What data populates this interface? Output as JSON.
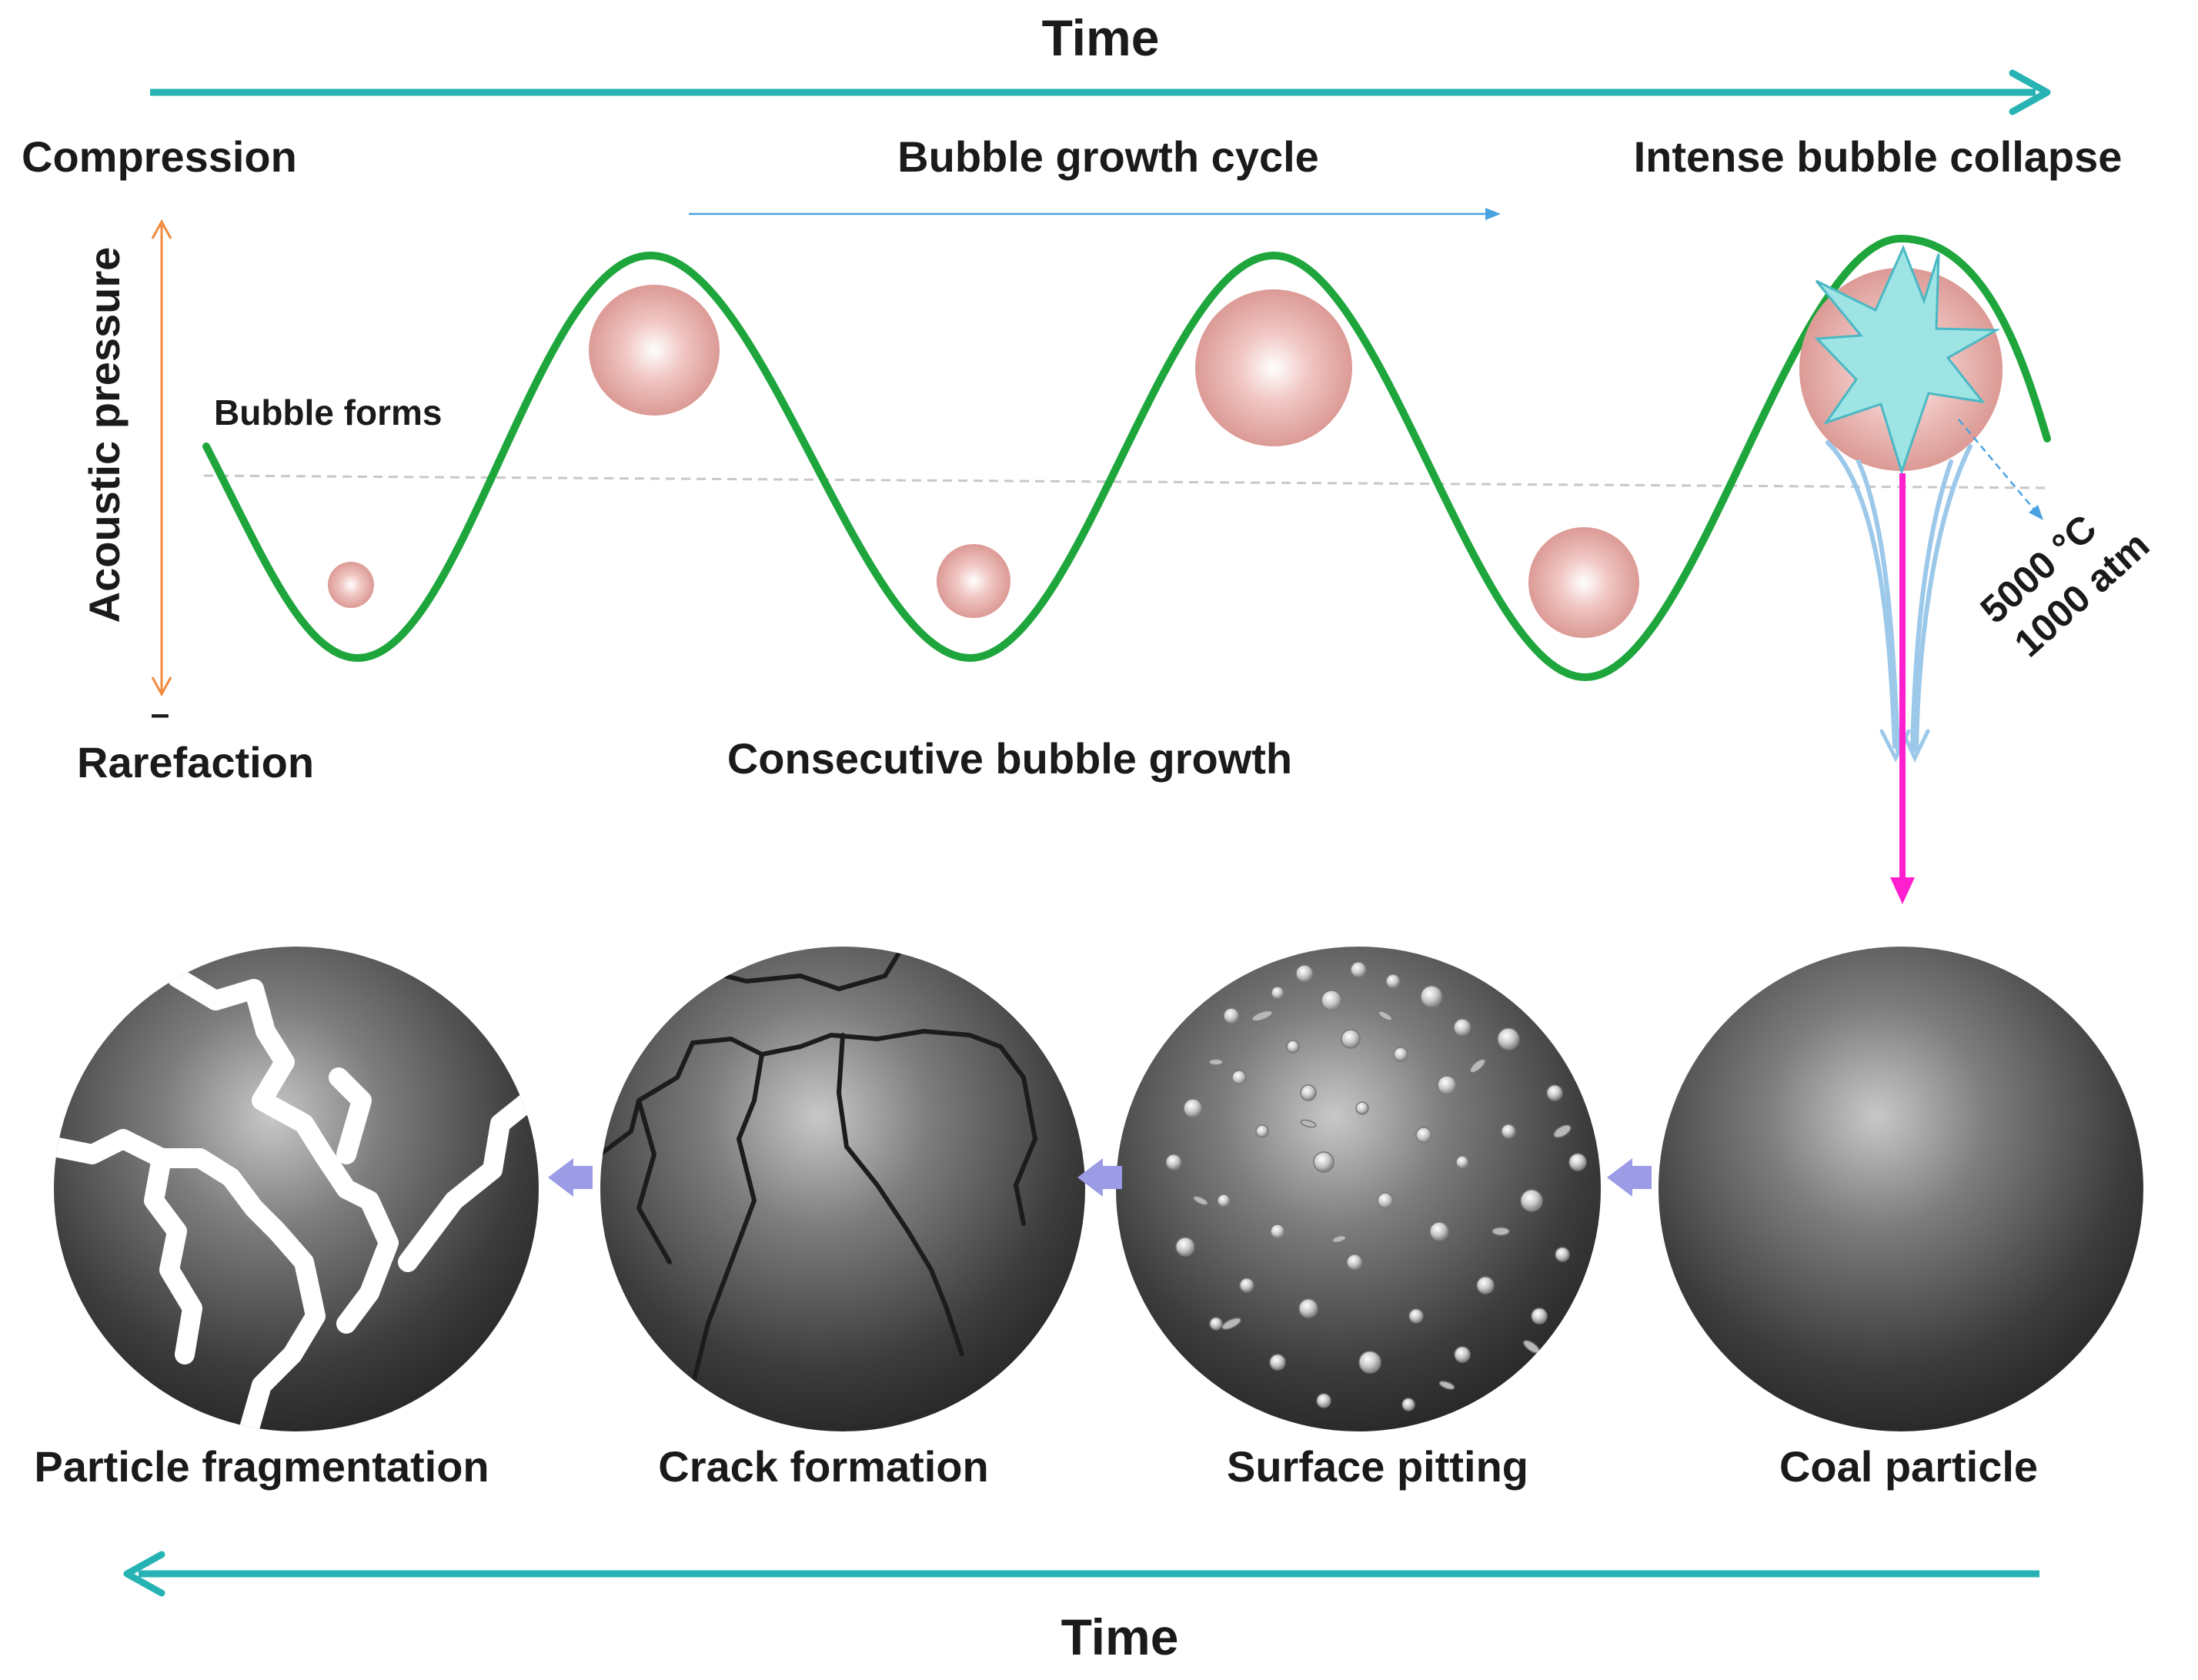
{
  "top_time_label": "Time",
  "bottom_time_label": "Time",
  "phase_labels": {
    "compression": "Compression",
    "rarefaction": "Rarefaction",
    "bubble_growth_cycle": "Bubble growth cycle",
    "intense_bubble_collapse": "Intense bubble collapse",
    "bubble_forms": "Bubble forms",
    "consecutive_bubble_growth": "Consecutive bubble growth"
  },
  "axis_label": "Acoustic pressure",
  "axis_minus_mark": "–",
  "collapse_conditions": {
    "temperature": "5000 °C",
    "pressure": "1000 atm"
  },
  "particle_stages": [
    {
      "label": "Particle fragmentation"
    },
    {
      "label": "Crack formation"
    },
    {
      "label": "Surface pitting"
    },
    {
      "label": "Coal particle"
    }
  ],
  "colors": {
    "time_arrow": "#27b3b3",
    "pressure_wave": "#1ea63c",
    "bubble": "#e3a4a0",
    "collapse_star": "#9fe4e4",
    "jet_stream": "#9cc8ea",
    "impact_arrow": "#ff1fcf",
    "axis_arrow": "#f28a3c",
    "cycle_arrow": "#4aa3e0",
    "stage_arrow": "#9b9be6",
    "particle": "#555555"
  }
}
